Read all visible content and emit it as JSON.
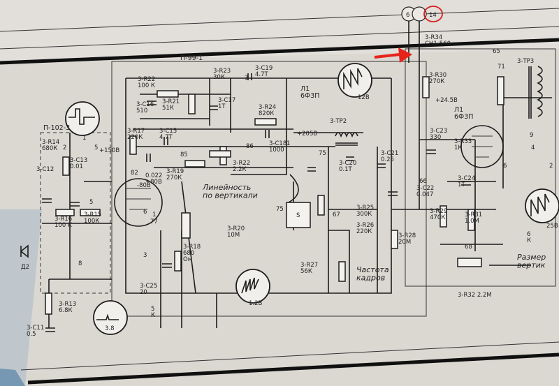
{
  "blocks": {
    "p99": "П-99-1",
    "p102": "П-102-3"
  },
  "plates": [
    {
      "id": "p1",
      "label": "1"
    },
    {
      "id": "p2",
      "label": "3.8"
    },
    {
      "id": "p3",
      "label": "12В"
    },
    {
      "id": "p4",
      "label": "25В"
    },
    {
      "id": "p5",
      "label": "1.2В"
    }
  ],
  "arrow_color": "#e8231c",
  "pins": {
    "top_left": "6",
    "top_circled": "14",
    "circle_color": "#d81f1f"
  },
  "components": [
    {
      "id": "r22",
      "label": "3-R22\n100 К"
    },
    {
      "id": "r21",
      "label": "3-R21\n51К"
    },
    {
      "id": "r23",
      "label": "3-R23\n30К"
    },
    {
      "id": "c19",
      "label": "3-С19\n4.7Т"
    },
    {
      "id": "c16",
      "label": "3-С16\n510"
    },
    {
      "id": "c17",
      "label": "3-С17\n1Т"
    },
    {
      "id": "r24",
      "label": "3-R24\n820К"
    },
    {
      "id": "r17",
      "label": "3-R17\n220К"
    },
    {
      "id": "c15",
      "label": "3-С15\n4.7Т"
    },
    {
      "id": "c18",
      "label": "3-С18\n1000"
    },
    {
      "id": "r14",
      "label": "3-R14\n680К"
    },
    {
      "id": "c12",
      "label": "3-С12"
    },
    {
      "id": "c13",
      "label": "3-С13\n0.01"
    },
    {
      "id": "r15",
      "label": "3-R15\n100К"
    },
    {
      "id": "r16",
      "label": "3-R16\n100 К"
    },
    {
      "id": "r19",
      "label": "3-R19\n270К"
    },
    {
      "id": "r22b",
      "label": "3-R22\n2.2К"
    },
    {
      "id": "c14",
      "label": "0.022\n+80В"
    },
    {
      "id": "r20",
      "label": "3-R20\n10М"
    },
    {
      "id": "r18",
      "label": "3-R18\n680\nОм"
    },
    {
      "id": "c25",
      "label": "3-С25\n20"
    },
    {
      "id": "c21",
      "label": "3-С21\n0.25"
    },
    {
      "id": "c20",
      "label": "3-С20\n0.1Т"
    },
    {
      "id": "c22",
      "label": "3-С22\n0.047"
    },
    {
      "id": "r25",
      "label": "3-R25\n300К"
    },
    {
      "id": "r26",
      "label": "3-R26\n220К"
    },
    {
      "id": "r27",
      "label": "3-R27\n56К"
    },
    {
      "id": "r28",
      "label": "3-R28\n20М"
    },
    {
      "id": "r30",
      "label": "3-R30\n270К"
    },
    {
      "id": "r34",
      "label": "3-R34\nСН1-560"
    },
    {
      "id": "c23",
      "label": "3-С23\n330"
    },
    {
      "id": "r33",
      "label": "3-R33\n1К"
    },
    {
      "id": "c24",
      "label": "3-С24\n1Т"
    },
    {
      "id": "r29",
      "label": "3-R29\n470К"
    },
    {
      "id": "r31",
      "label": "3-R31\n1.0М"
    },
    {
      "id": "r32",
      "label": "3-R32 2.2М"
    },
    {
      "id": "r13",
      "label": "3-R13\n6.8К"
    },
    {
      "id": "c11",
      "label": "3-С11\n0.5"
    },
    {
      "id": "tr2",
      "label": "3-ТР2"
    },
    {
      "id": "tr3",
      "label": "3-ТР3"
    },
    {
      "id": "d2",
      "label": "Д2"
    }
  ],
  "tubes": [
    {
      "id": "l1",
      "label": "Л1\n6Ф3П"
    },
    {
      "id": "l1b",
      "label": "Л1\n6Ф3П"
    }
  ],
  "captions": [
    {
      "id": "lin",
      "label": "Линейность\nпо вертикали"
    },
    {
      "id": "freq",
      "label": "Частота\nкадров"
    },
    {
      "id": "size",
      "label": "Размер\nвертик"
    }
  ],
  "nodes": [
    "85",
    "86",
    "75",
    "67",
    "66",
    "65",
    "68",
    "71",
    "75",
    "77",
    "82",
    "8",
    "5",
    "6",
    "4",
    "9",
    "2",
    "1",
    "3",
    "3",
    "5",
    "6",
    "+150В",
    "2",
    "-80В",
    "+24.5В",
    "+205В",
    "5\nК",
    "6\nК",
    "S",
    "1"
  ]
}
